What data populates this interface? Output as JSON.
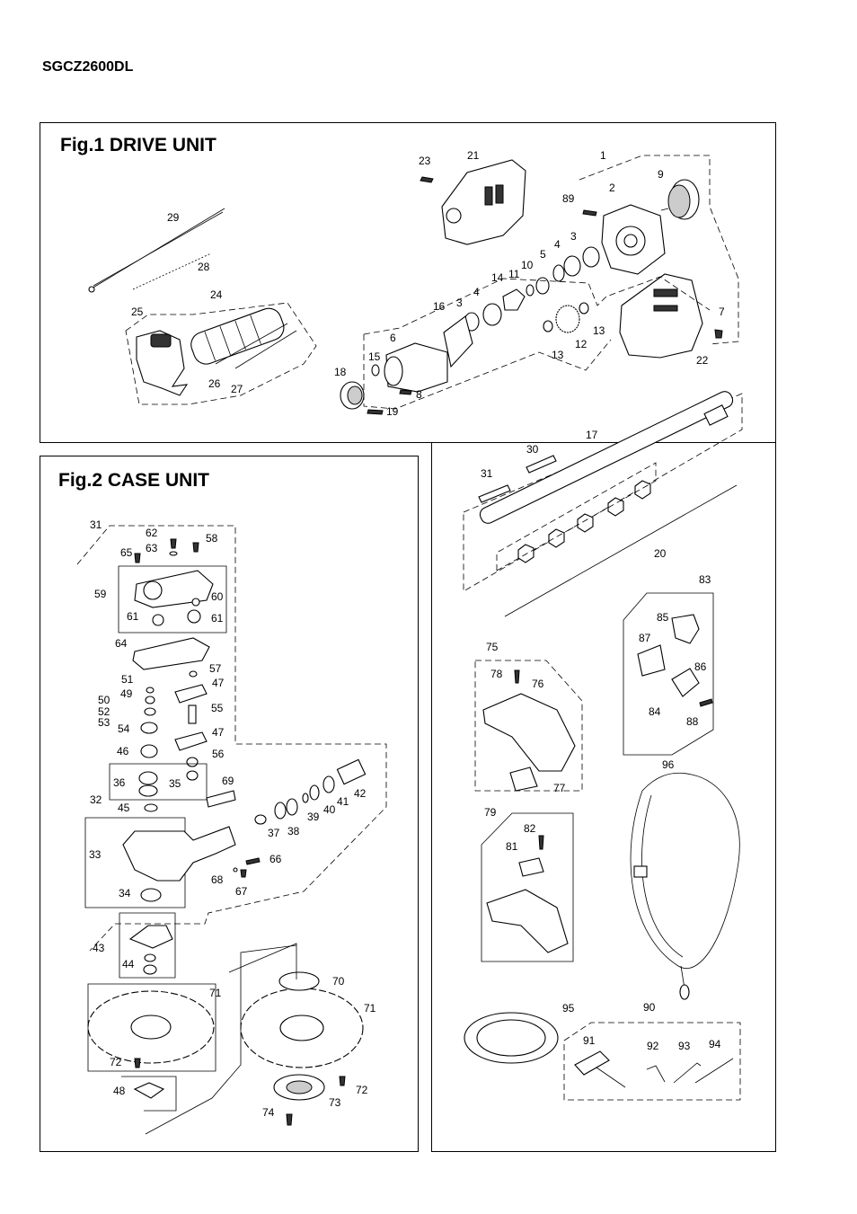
{
  "model_code": "SGCZ2600DL",
  "fig1": {
    "title": "Fig.1 DRIVE UNIT",
    "parts": [
      "1",
      "2",
      "3",
      "3",
      "4",
      "4",
      "5",
      "6",
      "7",
      "8",
      "9",
      "10",
      "11",
      "12",
      "13",
      "13",
      "14",
      "15",
      "16",
      "18",
      "19",
      "21",
      "22",
      "23",
      "24",
      "25",
      "26",
      "27",
      "28",
      "29",
      "89"
    ]
  },
  "fig_shaft": {
    "parts": [
      "17",
      "20",
      "30",
      "31"
    ]
  },
  "fig2": {
    "title": "Fig.2 CASE UNIT",
    "parts": [
      "31",
      "32",
      "33",
      "34",
      "35",
      "36",
      "37",
      "38",
      "39",
      "40",
      "41",
      "42",
      "43",
      "44",
      "45",
      "46",
      "47",
      "47",
      "48",
      "49",
      "50",
      "51",
      "52",
      "53",
      "54",
      "55",
      "56",
      "57",
      "58",
      "59",
      "60",
      "61",
      "61",
      "62",
      "63",
      "64",
      "65",
      "66",
      "67",
      "68",
      "69",
      "70",
      "71",
      "71",
      "72",
      "72",
      "73",
      "74"
    ]
  },
  "accessories": {
    "parts": [
      "75",
      "76",
      "77",
      "78",
      "79",
      "81",
      "82",
      "83",
      "84",
      "85",
      "86",
      "87",
      "88",
      "90",
      "91",
      "92",
      "93",
      "94",
      "95",
      "96"
    ]
  }
}
